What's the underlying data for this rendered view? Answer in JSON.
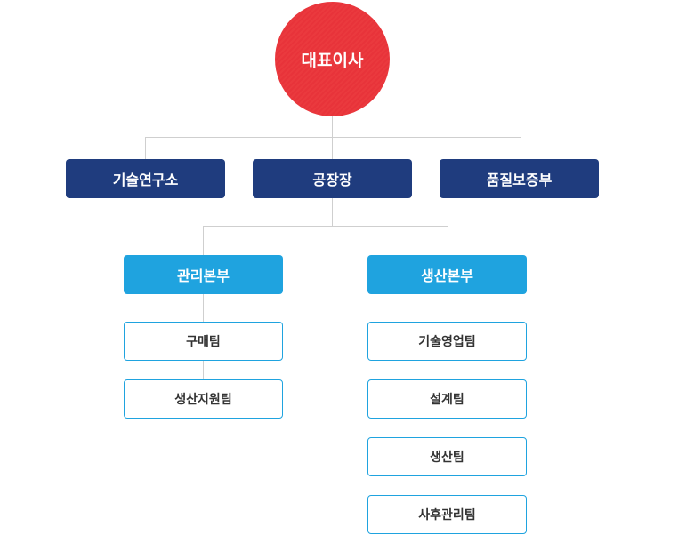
{
  "ceo": "대표이사",
  "top": [
    "기술연구소",
    "공장장",
    "품질보증부"
  ],
  "divisions": [
    {
      "name": "관리본부",
      "teams": [
        "구매팀",
        "생산지원팀"
      ]
    },
    {
      "name": "생산본부",
      "teams": [
        "기술영업팀",
        "설계팀",
        "생산팀",
        "사후관리팀"
      ]
    }
  ],
  "colors": {
    "ceo": "#e8333a",
    "top": "#1f3c7e",
    "division": "#1fa3df",
    "line": "#cfcfcf"
  }
}
